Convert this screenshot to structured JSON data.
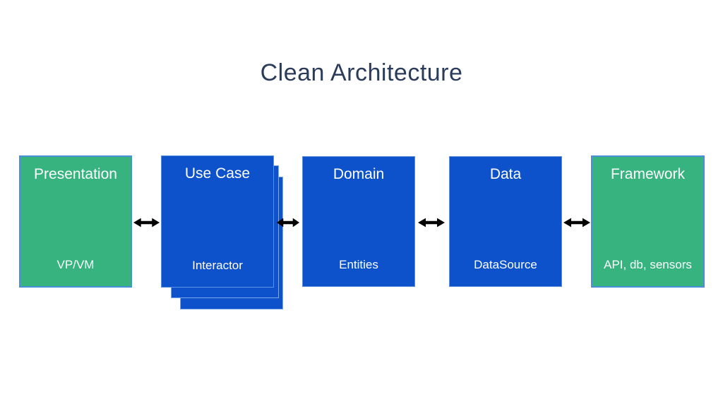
{
  "title": "Clean Architecture",
  "colors": {
    "box_blue": "#0d52cb",
    "box_green": "#36b37e",
    "green_box_border": "#4a90d9",
    "stack_outline": "#7da7e8",
    "title_text": "#2b3c5a",
    "box_text": "#ffffff",
    "arrow": "#000000"
  },
  "diagram": {
    "layers": [
      {
        "id": "presentation",
        "label": "Presentation",
        "sublabel": "VP/VM",
        "variant": "green",
        "stacked": false
      },
      {
        "id": "usecase",
        "label": "Use Case",
        "sublabel": "Interactor",
        "variant": "blue-stack",
        "stacked": true
      },
      {
        "id": "domain",
        "label": "Domain",
        "sublabel": "Entities",
        "variant": "blue",
        "stacked": false
      },
      {
        "id": "data",
        "label": "Data",
        "sublabel": "DataSource",
        "variant": "blue",
        "stacked": false
      },
      {
        "id": "framework",
        "label": "Framework",
        "sublabel": "API, db, sensors",
        "variant": "green",
        "stacked": false
      }
    ],
    "connectors": [
      {
        "type": "bidirectional-arrow",
        "between": [
          "Presentation",
          "Use Case"
        ]
      },
      {
        "type": "bidirectional-arrow",
        "between": [
          "Use Case",
          "Domain"
        ]
      },
      {
        "type": "bidirectional-arrow",
        "between": [
          "Domain",
          "Data"
        ]
      },
      {
        "type": "bidirectional-arrow",
        "between": [
          "Data",
          "Framework"
        ]
      }
    ]
  }
}
